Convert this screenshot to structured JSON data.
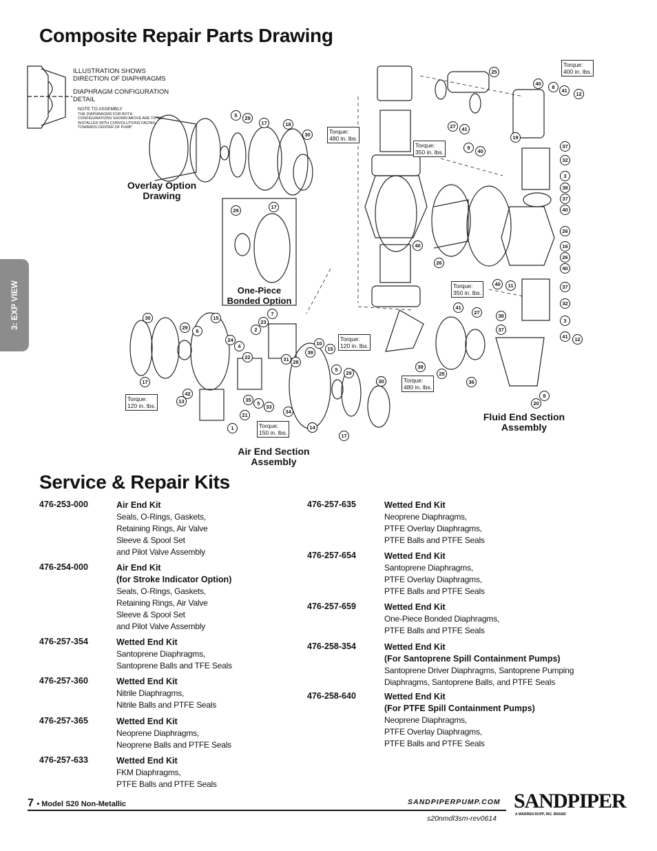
{
  "page_title": "Composite Repair Parts Drawing",
  "side_tab": "3: EXP VIEW",
  "drawing": {
    "illustration_note": [
      "ILLUSTRATION SHOWS",
      "DIRECTION OF DIAPHRAGMS"
    ],
    "config_note": [
      "DIAPHRAGM CONFIGURATION",
      "DETAIL"
    ],
    "assembly_note_title": "NOTE TO ASSEMBLY",
    "assembly_note_lines": [
      "THE DIAPHRAGMS FOR BOTH",
      "CONFIGURATIONS SHOWN ABOVE ARE TO BE",
      "INSTALLED WITH CONVOLUTIONS FACING",
      "TOWARDS CENTER OF PUMP"
    ],
    "overlay_label": [
      "Overlay Option",
      "Drawing"
    ],
    "bonded_label": [
      "One-Piece",
      "Bonded Option"
    ],
    "air_end_label": [
      "Air End Section",
      "Assembly"
    ],
    "fluid_end_label": [
      "Fluid End Section",
      "Assembly"
    ],
    "torque_word": "Torque:",
    "torques": {
      "t400": "400 in. lbs.",
      "t480a": "480 in. lbs.",
      "t350a": "350 in. lbs.",
      "t350b": "350 in. lbs.",
      "t120a": "120 in. lbs.",
      "t480b": "480 in. lbs.",
      "t120b": "120 in. lbs.",
      "t150": "150 in. lbs."
    },
    "callouts": {
      "c25": "25",
      "c40a": "40",
      "c8a": "8",
      "c41a": "41",
      "c12a": "12",
      "c27a": "27",
      "c41b": "41",
      "c9": "9",
      "c40b": "40",
      "c19": "19",
      "c37a": "37",
      "c32a": "32",
      "c3a": "3",
      "c38a": "38",
      "c37b": "37",
      "c40c": "40",
      "c26a": "26",
      "c16": "16",
      "c26b": "26",
      "c40d": "40",
      "c40e": "40",
      "c11": "11",
      "c37c": "37",
      "c32b": "32",
      "c3b": "3",
      "c38b": "38",
      "c37d": "37",
      "c41c": "41",
      "c12b": "12",
      "c8b": "8",
      "c20": "20",
      "c36": "36",
      "c25b": "25",
      "c38c": "38",
      "c41d": "41",
      "c27b": "27",
      "c30a": "30",
      "c26c": "26",
      "c40f": "40",
      "c5a": "5",
      "c29a": "29",
      "c17a": "17",
      "c18": "18",
      "c30b": "30",
      "c29b": "29",
      "c17b": "17",
      "c30c": "30",
      "c29c": "29",
      "c6": "6",
      "c15a": "15",
      "c17c": "17",
      "c42": "42",
      "c13": "13",
      "c24": "24",
      "c4": "4",
      "c22": "22",
      "c2": "2",
      "c23": "23",
      "c7": "7",
      "c14a": "14",
      "c10": "10",
      "c39": "39",
      "c31": "31",
      "c28": "28",
      "c15b": "15",
      "c35": "35",
      "c5b": "5",
      "c33": "33",
      "c34": "34",
      "c21": "21",
      "c1": "1",
      "c14b": "14",
      "c29d": "29",
      "c30d": "30",
      "c17d": "17",
      "c5c": "5"
    }
  },
  "kits_title": "Service & Repair Kits",
  "kits_left": [
    {
      "pn": "476-253-000",
      "title": [
        "Air End Kit"
      ],
      "desc": [
        "Seals, O-Rings, Gaskets,",
        "Retaining Rings, Air Valve",
        "Sleeve & Spool Set",
        "and Pilot Valve Assembly"
      ]
    },
    {
      "pn": "476-254-000",
      "title": [
        "Air End Kit",
        "(for Stroke Indicator Option)"
      ],
      "desc": [
        "Seals, O-Rings, Gaskets,",
        "Retaining Rings, Air Valve",
        "Sleeve & Spool Set",
        "and Pilot Valve Assembly"
      ]
    },
    {
      "pn": "476-257-354",
      "title": [
        "Wetted End Kit"
      ],
      "desc": [
        "Santoprene Diaphragms,",
        "Santoprene Balls and TFE Seals"
      ]
    },
    {
      "pn": "476-257-360",
      "title": [
        "Wetted End Kit"
      ],
      "desc": [
        "Nitrile Diaphragms,",
        "Nitrile Balls and PTFE Seals"
      ]
    },
    {
      "pn": "476-257-365",
      "title": [
        "Wetted End Kit"
      ],
      "desc": [
        "Neoprene Diaphragms,",
        "Neoprene Balls and PTFE Seals"
      ]
    },
    {
      "pn": "476-257-633",
      "title": [
        "Wetted End Kit"
      ],
      "desc": [
        "FKM Diaphragms,",
        "PTFE Balls and PTFE Seals"
      ]
    }
  ],
  "kits_right": [
    {
      "pn": "476-257-635",
      "title": [
        "Wetted End Kit"
      ],
      "desc": [
        "Neoprene Diaphragms,",
        "PTFE Overlay Diaphragms,",
        "PTFE Balls and PTFE Seals"
      ]
    },
    {
      "pn": "476-257-654",
      "title": [
        "Wetted End Kit"
      ],
      "desc": [
        "Santoprene Diaphragms,",
        "PTFE Overlay Diaphragms,",
        "PTFE Balls and PTFE Seals"
      ]
    },
    {
      "pn": "476-257-659",
      "title": [
        "Wetted End Kit"
      ],
      "desc": [
        "One-Piece Bonded Diaphragms,",
        "PTFE Balls and PTFE Seals"
      ]
    },
    {
      "pn": "476-258-354",
      "title": [
        "Wetted End Kit",
        "(For Santoprene Spill Containment Pumps)"
      ],
      "desc": [
        "Santoprene Driver Diaphragms, Santoprene Pumping",
        "Diaphragms, Santoprene Balls, and PTFE Seals"
      ]
    },
    {
      "pn": "476-258-640",
      "title": [
        "Wetted End Kit",
        "(For PTFE Spill Containment Pumps)"
      ],
      "desc": [
        "Neoprene Diaphragms,",
        "PTFE Overlay Diaphragms,",
        "PTFE Balls and PTFE Seals"
      ]
    }
  ],
  "footer": {
    "page_number": "7",
    "model": "• Model S20 Non-Metallic",
    "website": "SANDPIPERPUMP.COM",
    "doc_code": "s20nmdl3sm-rev0614",
    "brand": "SANDPIPER",
    "brand_tagline": "A WARREN RUPP, INC. BRAND"
  }
}
